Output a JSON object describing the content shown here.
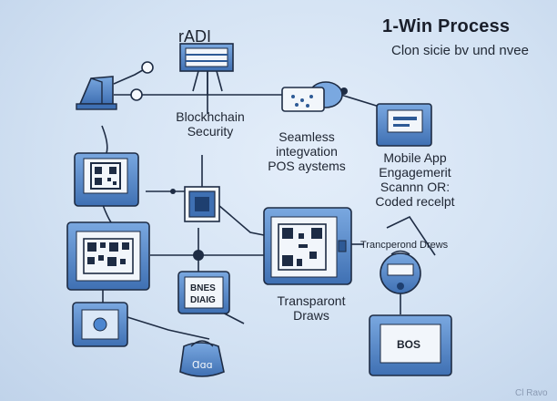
{
  "header": {
    "title": "1-Win Process",
    "subtitle": "Clon sicie bv und nvee"
  },
  "icons": {
    "top_sign": "signboard-icon",
    "pos_router": "pos-terminal-icon",
    "qr_device": "qr-code-icon",
    "chip": "chip-icon",
    "card": "card-reader-icon"
  },
  "labels": {
    "top_sign_text": "rADI",
    "blockchain_line1": "Blockhchain",
    "blockchain_line2": "Security",
    "seamless_line1": "Seamless",
    "seamless_line2": "integvation",
    "seamless_line3": "POS aystems",
    "mobile_line1": "Mobile App",
    "mobile_line2": "Engagemerit",
    "mobile_line3": "Scannn OR:",
    "mobile_line4": "Coded recelpt",
    "transparent_small": "Trancperond Drews",
    "transparent_line1": "Transparont",
    "transparent_line2": "Draws",
    "device_text_line1": "BNES",
    "device_text_line2": "DIAIG",
    "pos_box_text": "BOS",
    "card_text": "Ɑɑɑ",
    "watermark": "Cl Ravo"
  },
  "colors": {
    "background": "#d3e2f3",
    "device_fill": "#5b8fd0",
    "device_dark": "#2e5a96",
    "outline": "#1e2c44",
    "screen": "#f2f6fb"
  }
}
